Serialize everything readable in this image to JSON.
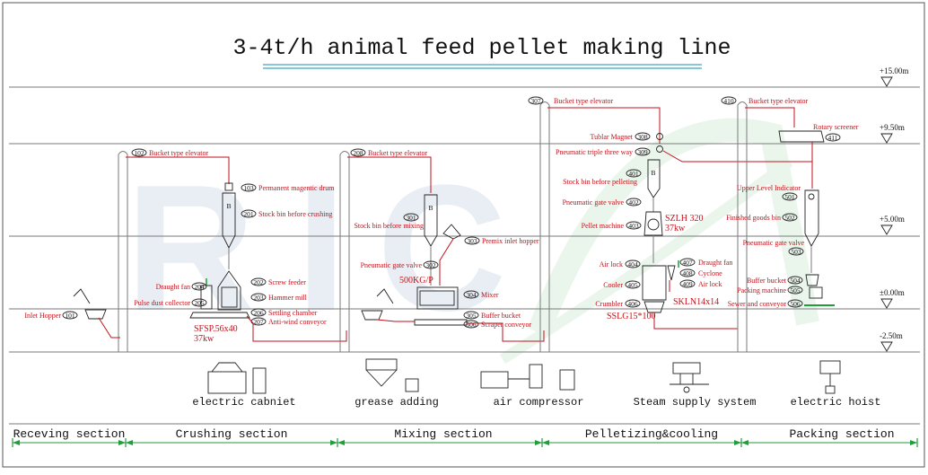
{
  "title": "3-4t/h animal feed pellet making line",
  "levels": [
    "+15.00m",
    "+9.50m",
    "+5.00m",
    "±0.00m",
    "-2.50m"
  ],
  "crushing": {
    "elevator": {
      "num": "102",
      "label": "Bucket type elevator"
    },
    "magnet": {
      "num": "103",
      "label": "Permanent magentic drum"
    },
    "stock_bin": {
      "num": "201",
      "label": "Stock bin before crushing"
    },
    "draught_fan": {
      "num": "204",
      "label": "Draught fan"
    },
    "dust_collector": {
      "num": "205",
      "label": "Pulse dust collector"
    },
    "screw_feeder": {
      "num": "202",
      "label": "Screw feeder"
    },
    "hammer_mill": {
      "num": "203",
      "label": "Hammer mill"
    },
    "settling": {
      "num": "206",
      "label": "Settling chamber"
    },
    "conveyor": {
      "num": "207",
      "label": "Anti-wind conveyor"
    },
    "model": "SFSP.56x40",
    "power": "37kw",
    "hopper": {
      "num": "101",
      "label": "Inlet Hopper"
    }
  },
  "mixing": {
    "elevator": {
      "num": "208",
      "label": "Bucket type elevator"
    },
    "stock_bin": {
      "num": "301",
      "label": "Stock bin before mixing"
    },
    "premix": {
      "num": "303",
      "label": "Premix inlet hopper"
    },
    "gate_valve": {
      "num": "302",
      "label": "Pneumatic gate valve"
    },
    "capacity": "500KG/P",
    "mixer": {
      "num": "304",
      "label": "Mixer"
    },
    "buffer": {
      "num": "305",
      "label": "Buffer bucket"
    },
    "scraper": {
      "num": "306",
      "label": "Scraper conveyor"
    }
  },
  "pelletizing": {
    "elevator": {
      "num": "307",
      "label": "Bucket type elevator"
    },
    "magnet": {
      "num": "308",
      "label": "Tublar Magnet"
    },
    "three_way": {
      "num": "309",
      "label": "Pneumatic triple three way"
    },
    "stock_bin": {
      "num": "401",
      "label": "Stock bin before pelleting"
    },
    "gate_valve": {
      "num": "402",
      "label": "Pneumatic gate valve"
    },
    "pellet_machine": {
      "num": "403",
      "label": "Pellet machine"
    },
    "model": "SZLH 320",
    "power": "37kw",
    "air_lock_a": {
      "num": "404",
      "label": "Air lock"
    },
    "draught_fan": {
      "num": "407",
      "label": "Draught fan"
    },
    "cyclone": {
      "num": "408",
      "label": "Cyclone"
    },
    "air_lock_b": {
      "num": "409",
      "label": "Air lock"
    },
    "cooler": {
      "num": "405",
      "label": "Cooler"
    },
    "cooler_model": "SKLN14x14",
    "crumbler": {
      "num": "406",
      "label": "Crumbler"
    },
    "crumbler_model": "SSLG15*100"
  },
  "packing": {
    "elevator": {
      "num": "410",
      "label": "Bucket type elevator"
    },
    "screener": {
      "num": "411",
      "label": "Rotary screener"
    },
    "level_indicator": {
      "num": "501",
      "label": "Upper Level Indicator"
    },
    "finished_bin": {
      "num": "502",
      "label": "Finished goods bin"
    },
    "gate_valve": {
      "num": "503",
      "label": "Pneumatic gate valve"
    },
    "buffer": {
      "num": "504",
      "label": "Buffer bucket"
    },
    "packing_machine": {
      "num": "505",
      "label": "Packing machine"
    },
    "sewer": {
      "num": "506",
      "label": "Sewer and conveyor"
    }
  },
  "equipment": [
    {
      "label": "electric cabniet"
    },
    {
      "label": "grease adding"
    },
    {
      "label": "air compressor"
    },
    {
      "label": "Steam supply system"
    },
    {
      "label": "electric hoist"
    }
  ],
  "sections": [
    {
      "label": "Receving section"
    },
    {
      "label": "Crushing section"
    },
    {
      "label": "Mixing section"
    },
    {
      "label": "Pelletizing&cooling"
    },
    {
      "label": "Packing section"
    }
  ],
  "colors": {
    "label_red": "#c0121b",
    "line_gray": "#7a7a7a",
    "section_green": "#1f9e3a",
    "title_rule": "#3aa6c6"
  }
}
